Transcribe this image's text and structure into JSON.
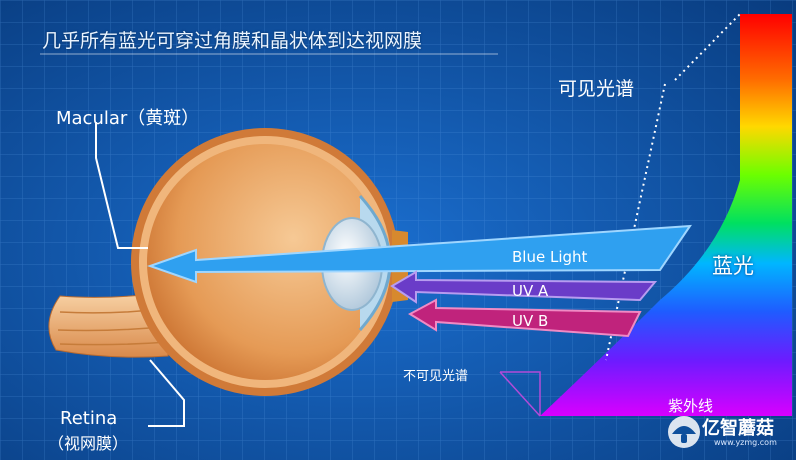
{
  "title": "几乎所有蓝光可穿过角膜和晶状体到达视网膜",
  "labels": {
    "visible_spectrum": "可见光谱",
    "macular": "Macular（黄斑）",
    "retina_en": "Retina",
    "retina_cn": "（视网膜）",
    "blue_light_cn": "蓝光",
    "blue_light_en": "Blue Light",
    "uva": "UV A",
    "uvb": "UV B",
    "invisible_spectrum": "不可见光谱",
    "ultraviolet_cn": "紫外线"
  },
  "watermark": {
    "brand": "亿智蘑菇",
    "url": "www.yzmg.com"
  },
  "colors": {
    "background": "#0d4f9c",
    "blue_light_arrow": "#2fa0f0",
    "uva_arrow": "#6a3cc8",
    "uvb_arrow": "#c0237c",
    "eye_orange": "#e8a060",
    "lens": "#e6f0f8"
  },
  "icons": [
    "mushroom-logo-icon"
  ]
}
